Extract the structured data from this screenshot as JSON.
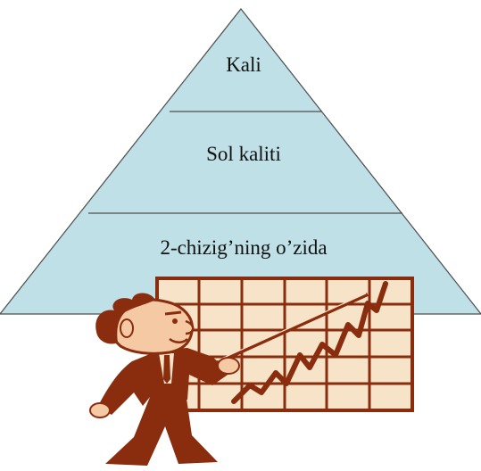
{
  "pyramid": {
    "tiers": [
      {
        "label": "Kali"
      },
      {
        "label": "Sol kaliti"
      },
      {
        "label": "2-chizig’ning o’zida"
      }
    ],
    "fill_color": "#bfe0e6",
    "stroke_color": "#4d4d4d"
  },
  "illustration": {
    "subject": "cartoon-presenter-pointing-at-rising-chart",
    "board_color": "#f7e4c8",
    "ink_color": "#8a2d0e",
    "skin_color": "#f4c9a4"
  }
}
